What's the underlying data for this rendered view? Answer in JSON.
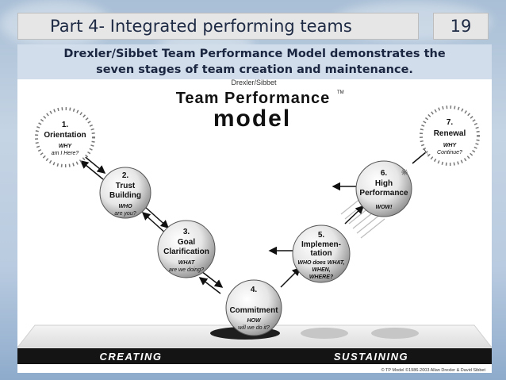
{
  "slide": {
    "title": "Part 4- Integrated performing teams",
    "page_number": "19",
    "subtitle_line1": "Drexler/Sibbet Team Performance Model demonstrates the",
    "subtitle_line2": "seven stages of team creation and maintenance."
  },
  "diagram": {
    "brand": "Drexler/Sibbet",
    "title_line1": "Team Performance",
    "trademark": "TM",
    "title_line2": "model",
    "stages": [
      {
        "number": "1.",
        "name": [
          "Orientation"
        ],
        "question": [
          "WHY",
          "am I Here?"
        ]
      },
      {
        "number": "2.",
        "name": [
          "Trust",
          "Building"
        ],
        "question": [
          "WHO",
          "are you?"
        ]
      },
      {
        "number": "3.",
        "name": [
          "Goal",
          "Clarification"
        ],
        "question": [
          "WHAT",
          "are we doing?"
        ]
      },
      {
        "number": "4.",
        "name": [
          "Commitment"
        ],
        "question": [
          "HOW",
          "will we do it?"
        ]
      },
      {
        "number": "5.",
        "name": [
          "Implemen-",
          "tation"
        ],
        "question": [
          "WHO does WHAT,",
          "WHEN,",
          "WHERE?"
        ]
      },
      {
        "number": "6.",
        "name": [
          "High",
          "Performance"
        ],
        "question": [
          "WOW!"
        ]
      },
      {
        "number": "7.",
        "name": [
          "Renewal"
        ],
        "question": [
          "WHY",
          "Continue?"
        ]
      }
    ],
    "phase_left": "CREATING",
    "phase_right": "SUSTAINING",
    "copyright": "© TP Model ©1986-2003 Allan Drexler & David Sibbet"
  }
}
